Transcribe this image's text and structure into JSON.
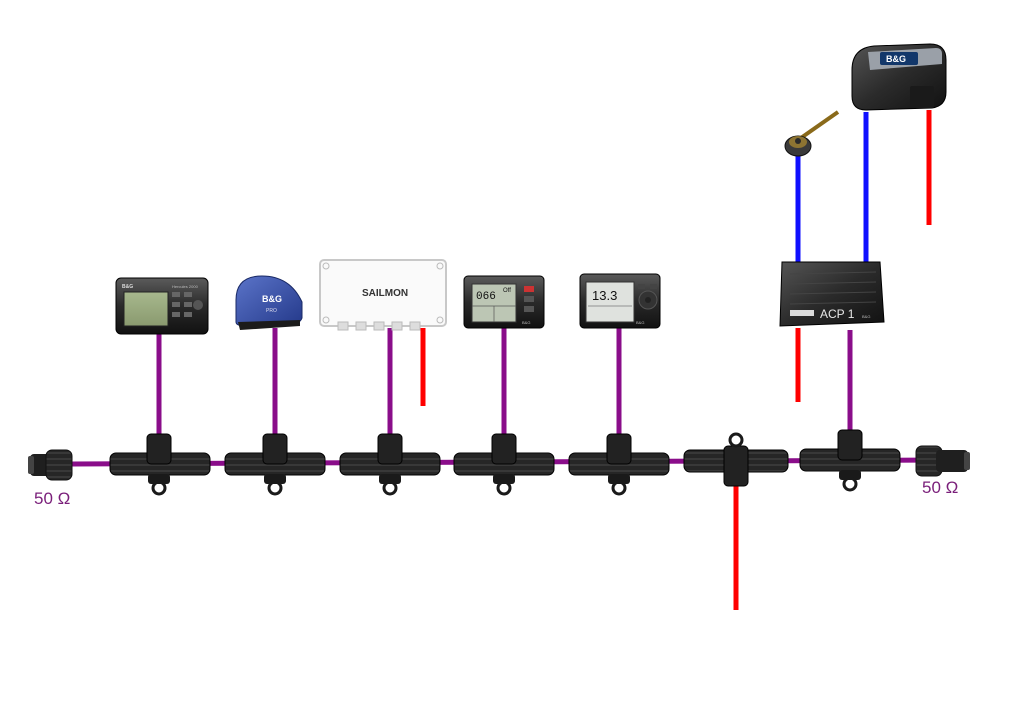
{
  "colors": {
    "backbone": "#8a0d8a",
    "power": "#ff0000",
    "sensor_link": "#1010ff",
    "connector": "#1c1c1c",
    "label": "#7a1f7a"
  },
  "terminators": {
    "left_label": "50 Ω",
    "right_label": "50 Ω"
  },
  "devices": {
    "display1_brand": "B&G",
    "display1_model": "Hercules 2000",
    "antenna_brand": "B&G",
    "antenna_model": "PRO",
    "sailmon_brand": "SAILMON",
    "instrument1_value": "066",
    "instrument1_unit": "Off",
    "instrument1_brand": "B&G",
    "instrument2_value": "13.3",
    "instrument2_brand": "B&G",
    "computer_name": "ACP 1",
    "computer_brand": "B&G",
    "pump_brand": "B&G"
  },
  "icons": {
    "t_connector": "t-connector-icon",
    "terminator": "terminator-icon",
    "rudder_sensor": "rudder-sensor-icon"
  }
}
